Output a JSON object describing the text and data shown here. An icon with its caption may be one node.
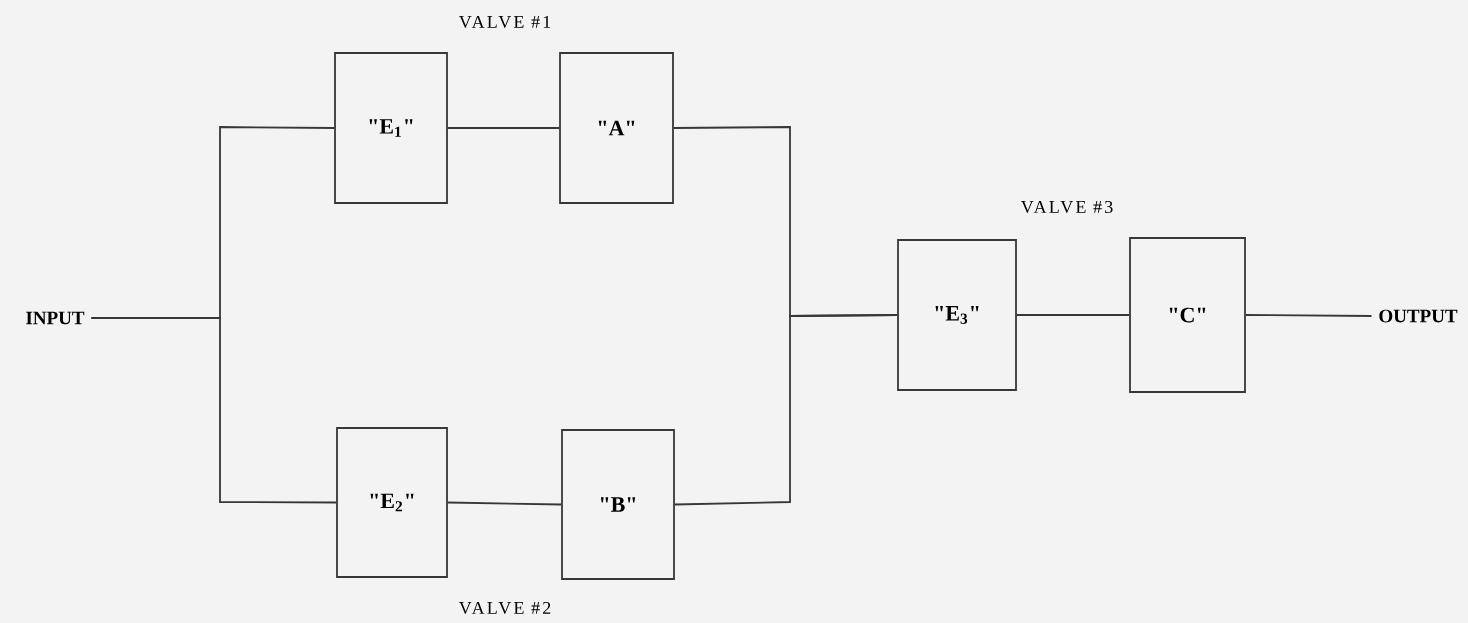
{
  "diagram": {
    "nodes": [
      {
        "text": [
          "INPUT"
        ]
      },
      {
        "text": [
          "\"E$_{1}$\""
        ]
      },
      {
        "text": [
          "\"A\""
        ]
      },
      {
        "text": [
          "\"E$_{2}$\""
        ]
      },
      {
        "text": [
          "\"B\""
        ]
      },
      {
        "text": [
          "\"E$_{3}$\""
        ]
      },
      {
        "text": [
          "\"C\""
        ]
      },
      {
        "text": [
          "OUTPUT"
        ]
      }
    ],
    "edges": [
      {
        "from": 0,
        "to": 1,
        "arrow": "none"
      },
      {
        "from": 0,
        "to": 3,
        "arrow": "none"
      },
      {
        "from": 1,
        "to": 2,
        "arrow": "none"
      },
      {
        "from": 3,
        "to": 4,
        "arrow": "none"
      },
      {
        "from": 2,
        "to": 5,
        "arrow": "none"
      },
      {
        "from": 4,
        "to": 5,
        "arrow": "none"
      },
      {
        "from": 5,
        "to": 6,
        "arrow": "none"
      },
      {
        "from": 6,
        "to": 7,
        "arrow": "none"
      }
    ],
    "labels": [
      "VALVE #1",
      "VALVE #3",
      "VALVE #2"
    ]
  }
}
